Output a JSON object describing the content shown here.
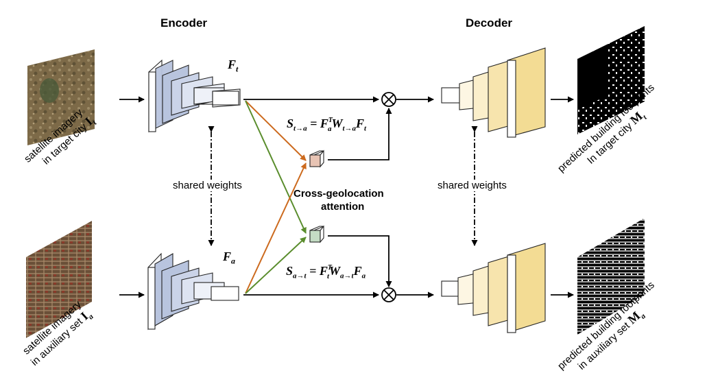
{
  "titles": {
    "encoder": "Encoder",
    "decoder": "Decoder",
    "attention_line1": "Cross-geolocation",
    "attention_line2": "attention"
  },
  "shared_weights": {
    "left": "shared weights",
    "right": "shared weights"
  },
  "features": {
    "ft": "F",
    "ft_sub": "t",
    "fa": "F",
    "fa_sub": "a"
  },
  "equations": {
    "s_ta": "S",
    "s_ta_sub": "t→a",
    "s_ta_rhs": "= F",
    "s_ta_rhs_sub": "a",
    "s_ta_rhs_sup": "T",
    "s_ta_w": "W",
    "s_ta_w_sub": "t→a",
    "s_ta_f": "F",
    "s_ta_f_sub": "t",
    "s_at": "S",
    "s_at_sub": "a→t",
    "s_at_rhs": "= F",
    "s_at_rhs_sub": "t",
    "s_at_rhs_sup": "T",
    "s_at_w": "W",
    "s_at_w_sub": "a→t",
    "s_at_f": "F",
    "s_at_f_sub": "a"
  },
  "inputs": {
    "top_line1": "satellite imagery",
    "top_line2": "in target city",
    "top_symbol": "I",
    "top_symbol_sub": "t",
    "bottom_line1": "satellite imagery",
    "bottom_line2": "in auxiliary set",
    "bottom_symbol": "I",
    "bottom_symbol_sub": "a"
  },
  "outputs": {
    "top_line1": "predicted building footprints",
    "top_line2": "In target city",
    "top_symbol": "M",
    "top_symbol_sub": "t",
    "bottom_line1": "predicted building footprints",
    "bottom_line2": "in auxiliary set",
    "bottom_symbol": "M",
    "bottom_symbol_sub": "a"
  },
  "colors": {
    "encoder_fill": "#b8c4de",
    "decoder_fill": "#f3dc94",
    "arrow_orange": "#cc6a1e",
    "arrow_green": "#5a8d2d",
    "att_top": "#e8c4b4",
    "att_bottom": "#c4dcc4"
  }
}
